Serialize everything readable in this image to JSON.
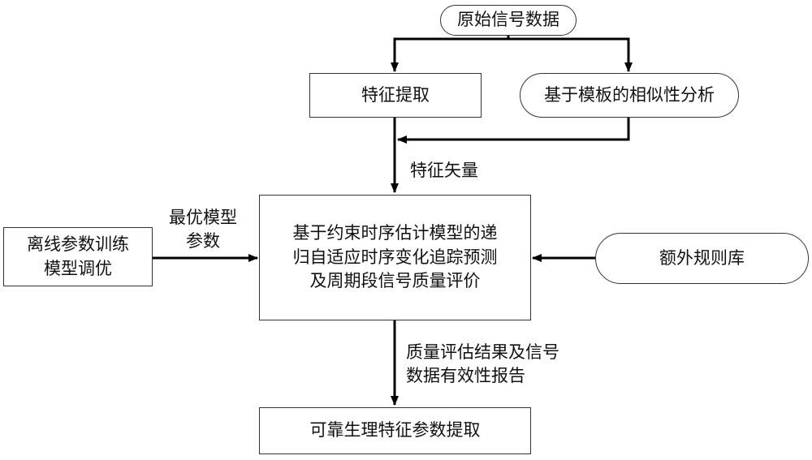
{
  "nodes": {
    "source": "原始信号数据",
    "feature_extract": "特征提取",
    "template_analysis": "基于模板的相似性分析",
    "offline": [
      "离线参数训练",
      "模型调优"
    ],
    "core": [
      "基于约束时序估计模型的递",
      "归自适应时序变化追踪预测",
      "及周期段信号质量评价"
    ],
    "rules": "额外规则库",
    "output": "可靠生理特征参数提取"
  },
  "edges": {
    "feature_vector": "特征矢量",
    "best_params": [
      "最优模型",
      "参数"
    ],
    "quality_report": [
      "质量评估结果及信号",
      "数据有效性报告"
    ]
  }
}
